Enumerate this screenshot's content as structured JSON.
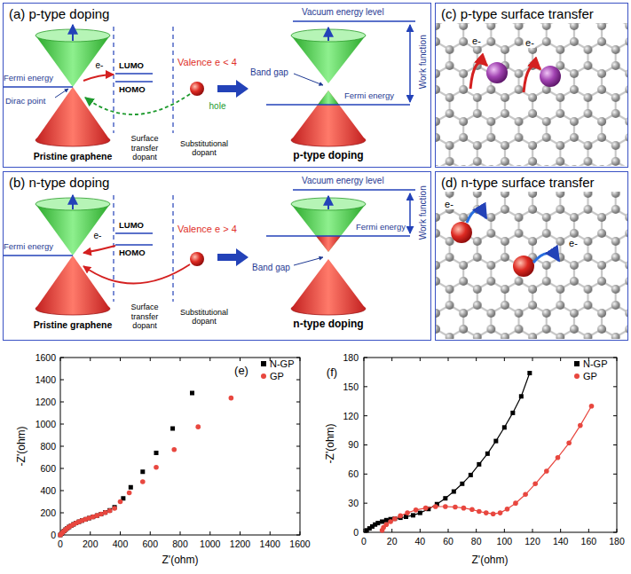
{
  "diagram": {
    "nodes": [
      {
        "text": [
          "(a) p-type doping"
        ]
      },
      {
        "text": [
          "(b) n-type doping"
        ]
      },
      {
        "text": [
          "(c) p-type surface transfer"
        ]
      },
      {
        "text": [
          "(d) n-type surface transfer"
        ]
      }
    ],
    "labels": [
      "Vacuum energy level",
      "Work function",
      "Fermi energy",
      "e-",
      "LUMO",
      "HOMO",
      "Valence e < 4",
      "Dirac point",
      "hole",
      "Band gap",
      "Fermi energy",
      "Pristine graphene",
      "Surface transfer dopant",
      "Substitutional dopant",
      "p-type doping",
      "Vacuum energy level",
      "Work function",
      "LUMO",
      "HOMO",
      "Valence e > 4",
      "Fermi energy",
      "e-",
      "Band gap",
      "Fermi energy",
      "Pristine graphene",
      "Surface transfer dopant",
      "Substitutional dopant",
      "n-type doping",
      "e-",
      "e-",
      "e-",
      "e-",
      "(e)",
      "0",
      "200",
      "400",
      "600",
      "800",
      "1000",
      "1200",
      "1400",
      "1600",
      "0",
      "200",
      "400",
      "600",
      "800",
      "1000",
      "1200",
      "1400",
      "1600",
      "-Z'(ohm)",
      "Z'(ohm)",
      "(f)",
      "0",
      "30",
      "60",
      "90",
      "120",
      "150",
      "180",
      "0",
      "20",
      "40",
      "60",
      "80",
      "100",
      "120",
      "140",
      "160",
      "180",
      "-Z'(ohm)",
      "Z'(ohm)"
    ],
    "legend": [
      {
        "text": "N-GP",
        "color": "#000000"
      },
      {
        "text": "GP",
        "color": "#e8473f"
      },
      {
        "text": "N-GP",
        "color": "#000000"
      },
      {
        "text": "GP",
        "color": "#e8473f"
      }
    ]
  }
}
